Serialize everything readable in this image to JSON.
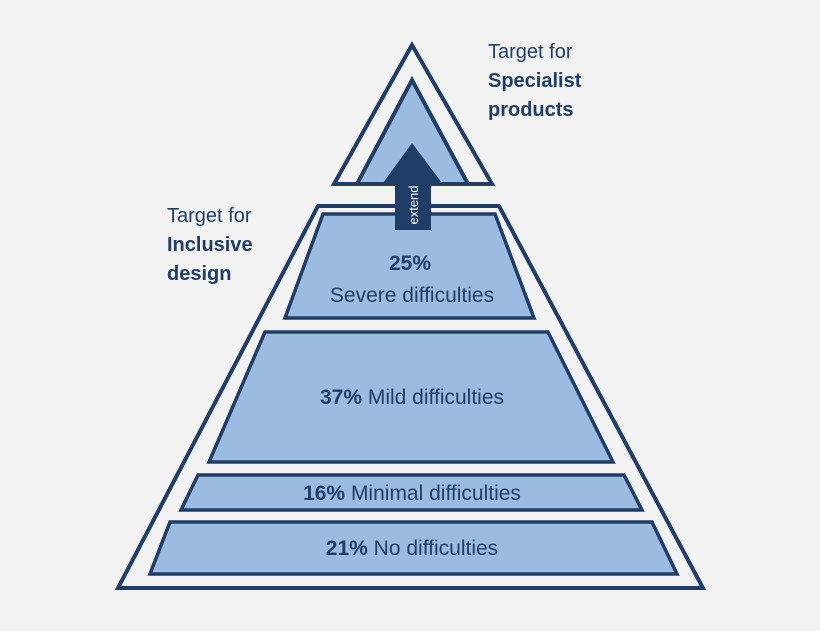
{
  "colors": {
    "outline": "#1f3d66",
    "fill": "#9bbbe0",
    "background": "#f2f2f2",
    "arrow_text": "#ffffff"
  },
  "annotations": {
    "specialist": {
      "line1": "Target for",
      "line2": "Specialist",
      "line3": "products"
    },
    "inclusive": {
      "line1": "Target for",
      "line2": "Inclusive",
      "line3": "design"
    }
  },
  "arrow": {
    "label": "extend"
  },
  "tiers": {
    "severe": {
      "percent": "25%",
      "label": "Severe difficulties"
    },
    "mild": {
      "percent": "37%",
      "label": "Mild difficulties"
    },
    "minimal": {
      "percent": "16%",
      "label": "Minimal difficulties"
    },
    "none": {
      "percent": "21%",
      "label": "No difficulties"
    }
  }
}
